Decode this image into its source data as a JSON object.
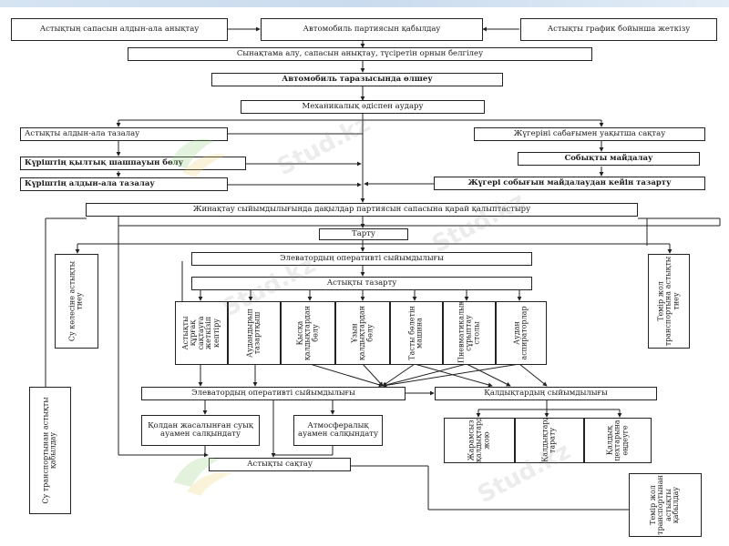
{
  "boxes": {
    "b1": "Астықтың сапасын алдын-ала анықтау",
    "b2": "Автомобиль партиясын қабылдау",
    "b3": "Астықты график бойынша жеткізу",
    "b4": "Сынақтама алу, сапасын анықтау, түсіретін орнын белгілеу",
    "b5": "Автомобиль таразысында өлшеу",
    "b6": "Механикалық әдіспен аудару",
    "b7": "Астықты алдын-ала тазалау",
    "b8": "Жүгеріні сабағымен уақытша сақтау",
    "b9": "Күріштің қылтық шашпауын бөлу",
    "b10": "Собықты майдалау",
    "b11": "Күріштің алдын-ала тазалау",
    "b12": "Жүгері собығын майдалаудан кейін тазарту",
    "b13": "Жинақтау сыйымдылығында дақылдар партиясын сапасына қарай қалыптастыру",
    "b14": "Тарту",
    "b15": "Элеватордың оперативті сыйымдылығы",
    "b16": "Астықты тазарту",
    "b17": "Элеватордың оперативті сыйымдылығы",
    "b18": "Қалдықтардың сыйымдылығы",
    "b19": "Қолдан жасалынған суық ауамен салқындату",
    "b20": "Атмосфералық ауамен салқындату",
    "b21": "Астықты сақтау",
    "v_left1": "Су көлесіне астықты тиеу",
    "v_left2": "Су транспортынан астықты қабылдау",
    "v_right1": "Темір жол транспортына астықты тиеу",
    "v_right2": "Темір жол транспортынан астықты қабылдау",
    "col1": "Астықты құрғақ сақтауға жеткізіп кептіру",
    "col2": "Аудандырып тазартқыш",
    "col3": "Қысқа қалдықтардан бөлу",
    "col4": "Ұзын қалдықтардан бөлу",
    "col5": "Тасты бөлетін машина",
    "col6": "Пневматикалық сұрыптау столы",
    "col7": "Аудан аспираторлар",
    "w1": "Жарамсыз қалдықтарды жою",
    "w2": "Қалдықтарды тарату",
    "w3": "Қалдық цехтарына өңдеуге"
  },
  "watermark": "Stud.kz",
  "colors": {
    "line": "#222222",
    "topbar": "#c9dbee",
    "logo_green": "#8fcf7a",
    "logo_yellow": "#f0d36b"
  }
}
